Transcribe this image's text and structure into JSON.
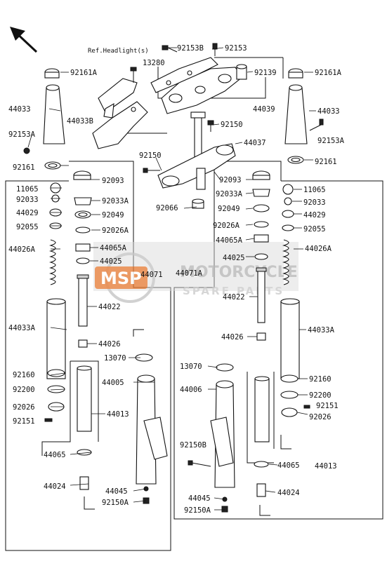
{
  "ref_label": "Ref.Headlight(s)",
  "watermark": {
    "brand": "MSP",
    "line1": "MOTORCYCLE",
    "line2": "SPARE PARTS"
  },
  "colors": {
    "watermark_orange": "#e8762c",
    "watermark_gray": "#c9c9c9",
    "line": "#111111"
  },
  "labels": {
    "p92153B": "92153B",
    "p92153_top": "92153",
    "p13280": "13280",
    "p92139": "92139",
    "p92161A_l": "92161A",
    "p92161A_r": "92161A",
    "p44033_l": "44033",
    "p44033_r": "44033",
    "p44039": "44039",
    "p44033B": "44033B",
    "p92153A_l": "92153A",
    "p92153A_r": "92153A",
    "p92150_a": "92150",
    "p44037": "44037",
    "p92161_l": "92161",
    "p92161_r": "92161",
    "p92150_b": "92150",
    "p92093_l": "92093",
    "p92093_r": "92093",
    "p11065_l": "11065",
    "p92033A_l": "92033A",
    "p92033A_r": "92033A",
    "p11065_r": "11065",
    "p92033_l": "92033",
    "p92066": "92066",
    "p92033_r": "92033",
    "p44029_l": "44029",
    "p92049_l": "92049",
    "p92049_r": "92049",
    "p44029_r": "44029",
    "p92055_l": "92055",
    "p92026A_l": "92026A",
    "p92026A_r": "92026A",
    "p92055_r": "92055",
    "p44026A_l": "44026A",
    "p44065A_l": "44065A",
    "p44065A_r": "44065A",
    "p44026A_r": "44026A",
    "p44025_l": "44025",
    "p44025_r": "44025",
    "p44071": "44071",
    "p44071A": "44071A",
    "p44022_l": "44022",
    "p44022_r": "44022",
    "p44033A_l": "44033A",
    "p44033A_r": "44033A",
    "p44026_l": "44026",
    "p44026_r": "44026",
    "p13070_l": "13070",
    "p13070_r": "13070",
    "p92160_l": "92160",
    "p92160_r": "92160",
    "p92200_l": "92200",
    "p92200_r": "92200",
    "p44005": "44005",
    "p44006": "44006",
    "p92026_l": "92026",
    "p92026_r": "92026",
    "p92151_l": "92151",
    "p92151_r": "92151",
    "p44013_l": "44013",
    "p44013_r": "44013",
    "p92150B": "92150B",
    "p44065_l": "44065",
    "p44065_r": "44065",
    "p44024_l": "44024",
    "p44024_r": "44024",
    "p44045_l": "44045",
    "p44045_r": "44045",
    "p92150A_l": "92150A",
    "p92150A_r": "92150A"
  }
}
